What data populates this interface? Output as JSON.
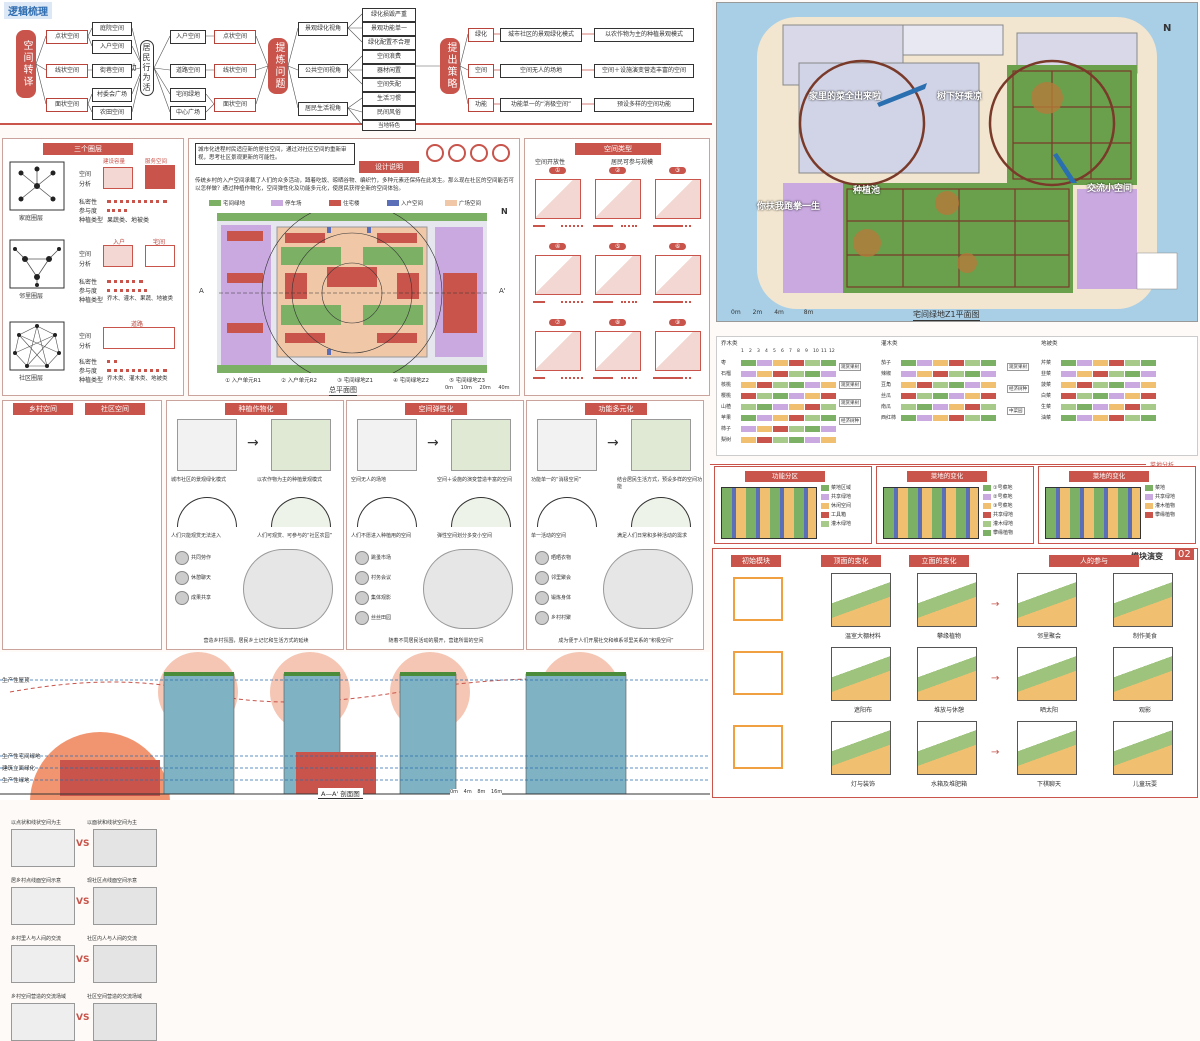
{
  "logic": {
    "heading": "逻辑梳理",
    "pillar_space": "空间转译",
    "pillar_activity": "居民行为活动",
    "pillar_problem": "提炼问题",
    "pillar_strategy": "提出策略",
    "left_spaces": [
      "点状空间",
      "线状空间",
      "面状空间"
    ],
    "left_items": [
      "庭院空间",
      "入户空间",
      "街巷空间",
      "村委会广场",
      "农田空间"
    ],
    "mid_items": [
      "入户空间",
      "道路空间",
      "宅间绿地",
      "中心广场"
    ],
    "mid_spaces": [
      "点状空间",
      "线状空间",
      "面状空间"
    ],
    "views": [
      "景观绿化视角",
      "公共空间视角",
      "居民生活视角"
    ],
    "issues": [
      "绿化损毁严重",
      "景观功能单一",
      "绿化配置不合理",
      "空间浪费",
      "器材闲置",
      "空间失配",
      "生活习惯",
      "民间风俗",
      "当地特色"
    ],
    "strategies": [
      "绿化",
      "空间",
      "功能"
    ],
    "problems": [
      "城市社区的景观绿化模式",
      "空间无人的场地",
      "功能单一的“消极空间”"
    ],
    "solutions": [
      "以农作物为主的种植景观模式",
      "空间＋设施演变营造丰富的空间",
      "预设多样的空间功能"
    ]
  },
  "circles": {
    "heading": "三个圈层",
    "col_a": "建设容量",
    "col_b": "服务空间",
    "rows": [
      {
        "name": "家庭圈层",
        "private": "私密性",
        "participation": "参与度",
        "species_label": "种植类型",
        "species": "果蔬类、地被类",
        "space_label": "空间",
        "analysis_label": "分析"
      },
      {
        "name": "邻里圈层",
        "private": "私密性",
        "participation": "参与度",
        "species_label": "种植类型",
        "species": "乔木、灌木、果蔬、地被类",
        "space_label": "空间",
        "analysis_label": "分析",
        "tag_a": "入户",
        "tag_b": "宅间"
      },
      {
        "name": "社区圈层",
        "private": "私密性",
        "participation": "参与度",
        "species_label": "种植类型",
        "species": "乔木类、灌木类、地被类",
        "space_label": "空间",
        "analysis_label": "分析",
        "tag_a": "道路"
      }
    ]
  },
  "design": {
    "heading": "设计说明",
    "intro": "城市化进程村民适应新的居住空间，通过对社区空间的重新审视，思考社区景观更新的可能性。",
    "body": "传统乡村的入户空间承载了人们的众多活动，蹲着吃饭、晾晒谷物、编织竹，多种元素还保持在此发生。那么现在社区的空间能否可以怎样做？通过种植作物化，空间弹性化及功能多元化，使居民获得全新的空间体验。",
    "legend": [
      "宅间绿地",
      "停车场",
      "住宅楼",
      "入户空间",
      "广场空间"
    ],
    "plan_title": "总平面图",
    "plan_legend": [
      "① 入户单元R1",
      "② 入户单元R2",
      "③ 宅间绿地Z1",
      "④ 宅间绿地Z2",
      "⑤ 宅间绿地Z3"
    ],
    "scale": [
      "0m",
      "10m",
      "20m",
      "40m"
    ],
    "section_a": "A",
    "section_b": "A'",
    "north": "N"
  },
  "space_types": {
    "heading": "空间类型",
    "col_a": "空间开放性",
    "col_b": "居民可参与规模",
    "items": [
      "①",
      "②",
      "③",
      "④",
      "⑤",
      "⑥",
      "⑦",
      "⑧",
      "⑨"
    ]
  },
  "plan_z1": {
    "title": "宅间绿地Z1平面图",
    "labels": [
      "家里的菜全出来啦",
      "树下好乘凉",
      "种植池",
      "你扶我跑拳一生",
      "交流小空间"
    ],
    "scale": [
      "0m",
      "2m",
      "4m",
      "8m"
    ],
    "north": "N"
  },
  "planting_table": {
    "groups": [
      "乔木类",
      "灌木类",
      "地被类"
    ],
    "months": [
      "1",
      "2",
      "3",
      "4",
      "5",
      "6",
      "7",
      "8",
      "9",
      "10",
      "11",
      "12"
    ],
    "plants_a": [
      "枣",
      "石榴",
      "核桃",
      "樱桃",
      "山楂",
      "苹果",
      "柿子",
      "梨树"
    ],
    "plants_b": [
      "茄子",
      "辣椒",
      "豆角",
      "丝瓜",
      "南瓜",
      "西红柿"
    ],
    "plants_c": [
      "芹菜",
      "韭菜",
      "菠菜",
      "白菜",
      "生菜",
      "油菜"
    ],
    "notes_a": [
      "观赏果树",
      "观赏果树",
      "观赏果树",
      "经济树种"
    ],
    "notes_b": [
      "观赏果树",
      "经济树种",
      "中菜园"
    ]
  },
  "village_city": {
    "tab_a": "乡村空间",
    "tab_b": "社区空间",
    "rows": [
      {
        "a": "以点状和线状空间为主",
        "b": "以面状和线状空间为主"
      },
      {
        "a": "居乡村点线面空间示意",
        "b": "现社区点线面空间示意"
      },
      {
        "a": "乡村里人与人间的交流",
        "b": "社区内人与人间的交流"
      },
      {
        "a": "乡村空间营造的交流场域",
        "b": "社区空间营造的交流场域"
      }
    ],
    "vs": "VS"
  },
  "strategy_cols": [
    {
      "tag": "种植作物化",
      "caption_a": "城市社区的景观绿化模式",
      "caption_b": "以农作物为主的种植景观模式",
      "caption_c": "人们只能观赏无法进入",
      "caption_d": "人们可观赏、可参与的“社区农园”",
      "chips": [
        "共同劳作",
        "休憩聊天",
        "成果共享"
      ],
      "footer": "营造乡村氛围，居民乡土记忆和生活方式的延续"
    },
    {
      "tag": "空间弹性化",
      "caption_a": "空间无人的场地",
      "caption_b": "空间＋设施的演变营造丰富的空间",
      "caption_c": "人们不愿进入种植用的空间",
      "caption_d": "弹性空间划分多变小空间",
      "chips": [
        "跳蚤市场",
        "村务会议",
        "集体观影",
        "丝丝田园"
      ],
      "footer": "随着不同居民活动的展开，营建所需的空间"
    },
    {
      "tag": "功能多元化",
      "caption_a": "功能单一的“消极空间”",
      "caption_b": "结合居民生活方式，预设多样的空间功能",
      "caption_c": "单一活动的空间",
      "caption_d": "满足人们日常和多种活动的需求",
      "chips": [
        "晒晒衣物",
        "邻里聚会",
        "锻炼身体",
        "乡村村聚"
      ],
      "footer": "成为便于人们开展社交和维系邻里关系的“积极空间”"
    }
  ],
  "function_zone": {
    "heading_tag": "菜地分析",
    "panels": [
      {
        "title": "功能分区",
        "legend": [
          "菜地区域",
          "共享绿地",
          "休闲空间",
          "工具箱",
          "灌木绿地"
        ]
      },
      {
        "title": "菜地的变化",
        "legend": [
          "①号菜地",
          "②号菜地",
          "③号菜地",
          "共享绿地",
          "灌木绿地",
          "攀缘植物"
        ]
      },
      {
        "title": "菜地的变化",
        "legend": [
          "菜地",
          "共享绿地",
          "灌木植物",
          "攀缘植物"
        ]
      }
    ]
  },
  "module": {
    "heading": "模块演变",
    "number": "02",
    "cols": [
      "初始模块",
      "顶面的变化",
      "立面的变化",
      "人的参与"
    ],
    "items": [
      "温室大棚材料",
      "攀缘植物",
      "邻里聚会",
      "制作美食",
      "遮阳布",
      "堆放与休憩",
      "晒太阳",
      "观影",
      "灯与装饰",
      "水箱及堆肥箱",
      "下棋聊天",
      "儿童玩耍"
    ]
  },
  "section": {
    "labels": [
      "生产性屋顶",
      "生产性宅间绿地",
      "建筑立面绿化",
      "生产性绿地"
    ],
    "title": "A—A' 剖面图",
    "scale": [
      "0m",
      "4m",
      "8m",
      "16m"
    ]
  }
}
